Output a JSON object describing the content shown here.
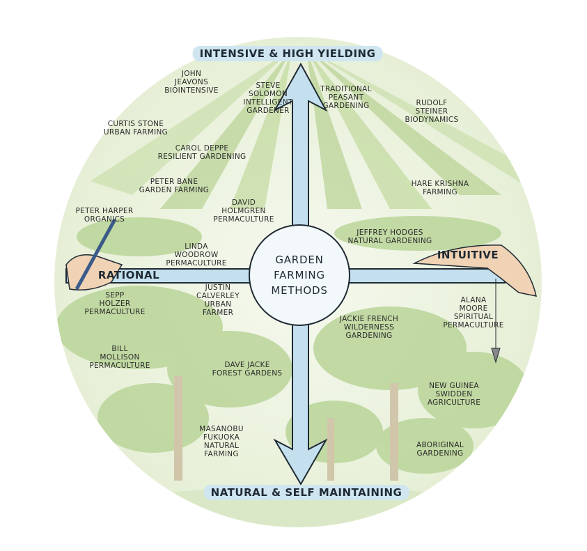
{
  "title": [
    "GARDEN",
    "FARMING",
    "METHODS"
  ],
  "axes": {
    "top": "INTENSIVE & HIGH YIELDING",
    "bottom": "NATURAL & SELF MAINTAINING",
    "left": "RATIONAL",
    "right": "INTUITIVE"
  },
  "methods": [
    {
      "lines": [
        "JOHN",
        "JEAVONS",
        "BIOINTENSIVE"
      ]
    },
    {
      "lines": [
        "STEVE",
        "SOLOMON",
        "INTELLIGENT",
        "GARDENER"
      ]
    },
    {
      "lines": [
        "TRADITIONAL",
        "PEASANT",
        "GARDENING"
      ]
    },
    {
      "lines": [
        "RUDOLF",
        "STEINER",
        "BIODYNAMICS"
      ]
    },
    {
      "lines": [
        "CURTIS STONE",
        "URBAN FARMING"
      ]
    },
    {
      "lines": [
        "CAROL DEPPE",
        "RESILIENT GARDENING"
      ]
    },
    {
      "lines": [
        "PETER BANE",
        "GARDEN FARMING"
      ]
    },
    {
      "lines": [
        "HARE KRISHNA",
        "FARMING"
      ]
    },
    {
      "lines": [
        "DAVID",
        "HOLMGREN",
        "PERMACULTURE"
      ]
    },
    {
      "lines": [
        "PETER HARPER",
        "ORGANICS"
      ]
    },
    {
      "lines": [
        "JEFFREY HODGES",
        "NATURAL GARDENING"
      ]
    },
    {
      "lines": [
        "LINDA",
        "WOODROW",
        "PERMACULTURE"
      ]
    },
    {
      "lines": [
        "SEPP",
        "HOLZER",
        "PERMACULTURE"
      ]
    },
    {
      "lines": [
        "JUSTIN",
        "CALVERLEY",
        "URBAN",
        "FARMER"
      ]
    },
    {
      "lines": [
        "ALANA",
        "MOORE",
        "SPIRITUAL",
        "PERMACULTURE"
      ]
    },
    {
      "lines": [
        "JACKIE FRENCH",
        "WILDERNESS",
        "GARDENING"
      ]
    },
    {
      "lines": [
        "BILL",
        "MOLLISON",
        "PERMACULTURE"
      ]
    },
    {
      "lines": [
        "DAVE JACKE",
        "FOREST GARDENS"
      ]
    },
    {
      "lines": [
        "NEW GUINEA",
        "SWIDDEN",
        "AGRICULTURE"
      ]
    },
    {
      "lines": [
        "MASANOBU",
        "FUKUOKA",
        "NATURAL",
        "FARMING"
      ]
    },
    {
      "lines": [
        "ABORIGINAL",
        "GARDENING"
      ]
    }
  ],
  "colors": {
    "arrow": "#c4e0ee",
    "green": "#b9d49a",
    "ink": "#1f2a33",
    "skin": "#f0d2b4"
  }
}
